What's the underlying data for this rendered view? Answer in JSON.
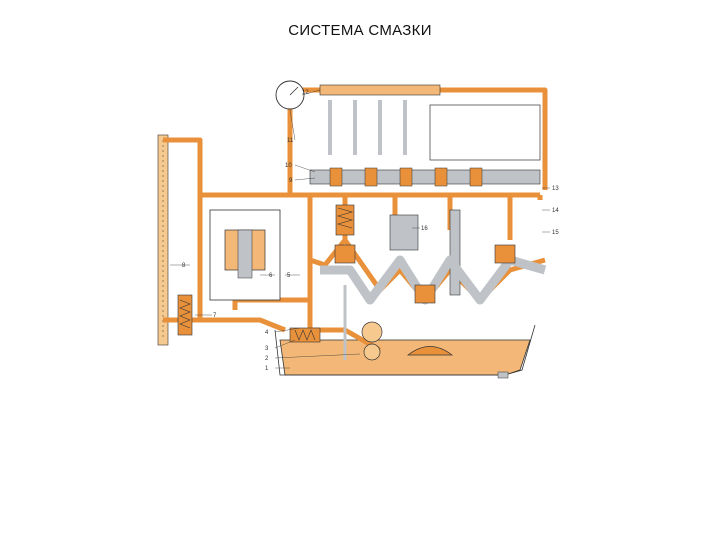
{
  "slide": {
    "title": "СИСТЕМА СМАЗКИ"
  },
  "diagram": {
    "colors": {
      "oil": "#e8913a",
      "oil_light": "#f6c98f",
      "oil_fill": "#f3b877",
      "metal": "#bfc3c8",
      "line": "#333333"
    },
    "callouts": [
      {
        "id": "1",
        "text": "1"
      },
      {
        "id": "2",
        "text": "2"
      },
      {
        "id": "3",
        "text": "3"
      },
      {
        "id": "4",
        "text": "4"
      },
      {
        "id": "5",
        "text": "5"
      },
      {
        "id": "6",
        "text": "6"
      },
      {
        "id": "7",
        "text": "7"
      },
      {
        "id": "8",
        "text": "8"
      },
      {
        "id": "9",
        "text": "9"
      },
      {
        "id": "10",
        "text": "10"
      },
      {
        "id": "11",
        "text": "11"
      },
      {
        "id": "12",
        "text": "12"
      },
      {
        "id": "13",
        "text": "13"
      },
      {
        "id": "14",
        "text": "14"
      },
      {
        "id": "15",
        "text": "15"
      },
      {
        "id": "16",
        "text": "16"
      }
    ]
  }
}
